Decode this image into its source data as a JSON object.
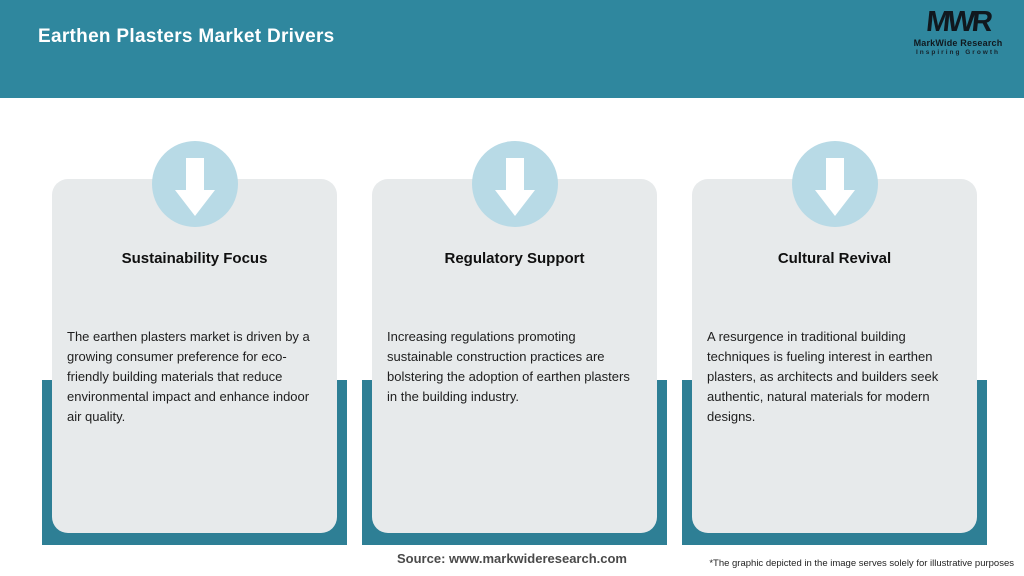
{
  "header": {
    "title": "Earthen Plasters Market Drivers",
    "logo": {
      "acronym": "MWR",
      "name": "MarkWide Research",
      "tagline": "Inspiring Growth"
    }
  },
  "cards": [
    {
      "icon": "down-arrow-icon",
      "title": "Sustainability Focus",
      "description": "The earthen plasters market is driven by a growing consumer preference for eco-friendly building materials that reduce environmental impact and enhance indoor air quality."
    },
    {
      "icon": "down-arrow-icon",
      "title": "Regulatory Support",
      "description": "Increasing regulations promoting sustainable construction practices are bolstering the adoption of earthen plasters in the building industry."
    },
    {
      "icon": "down-arrow-icon",
      "title": "Cultural Revival",
      "description": "A resurgence in traditional building techniques is fueling interest in earthen plasters, as architects and builders seek authentic, natural materials for modern designs."
    }
  ],
  "footer": {
    "source": "Source: www.markwideresearch.com",
    "disclaimer": "*The graphic depicted in the image serves solely for illustrative purposes"
  },
  "colors": {
    "header_teal": "#2f879e",
    "ribbon_teal": "#2e7f95",
    "card_gray": "#e7eaeb",
    "circle_blue": "#b8dae6",
    "title_text": "#ffffff",
    "body_text": "#1e1e1e"
  }
}
